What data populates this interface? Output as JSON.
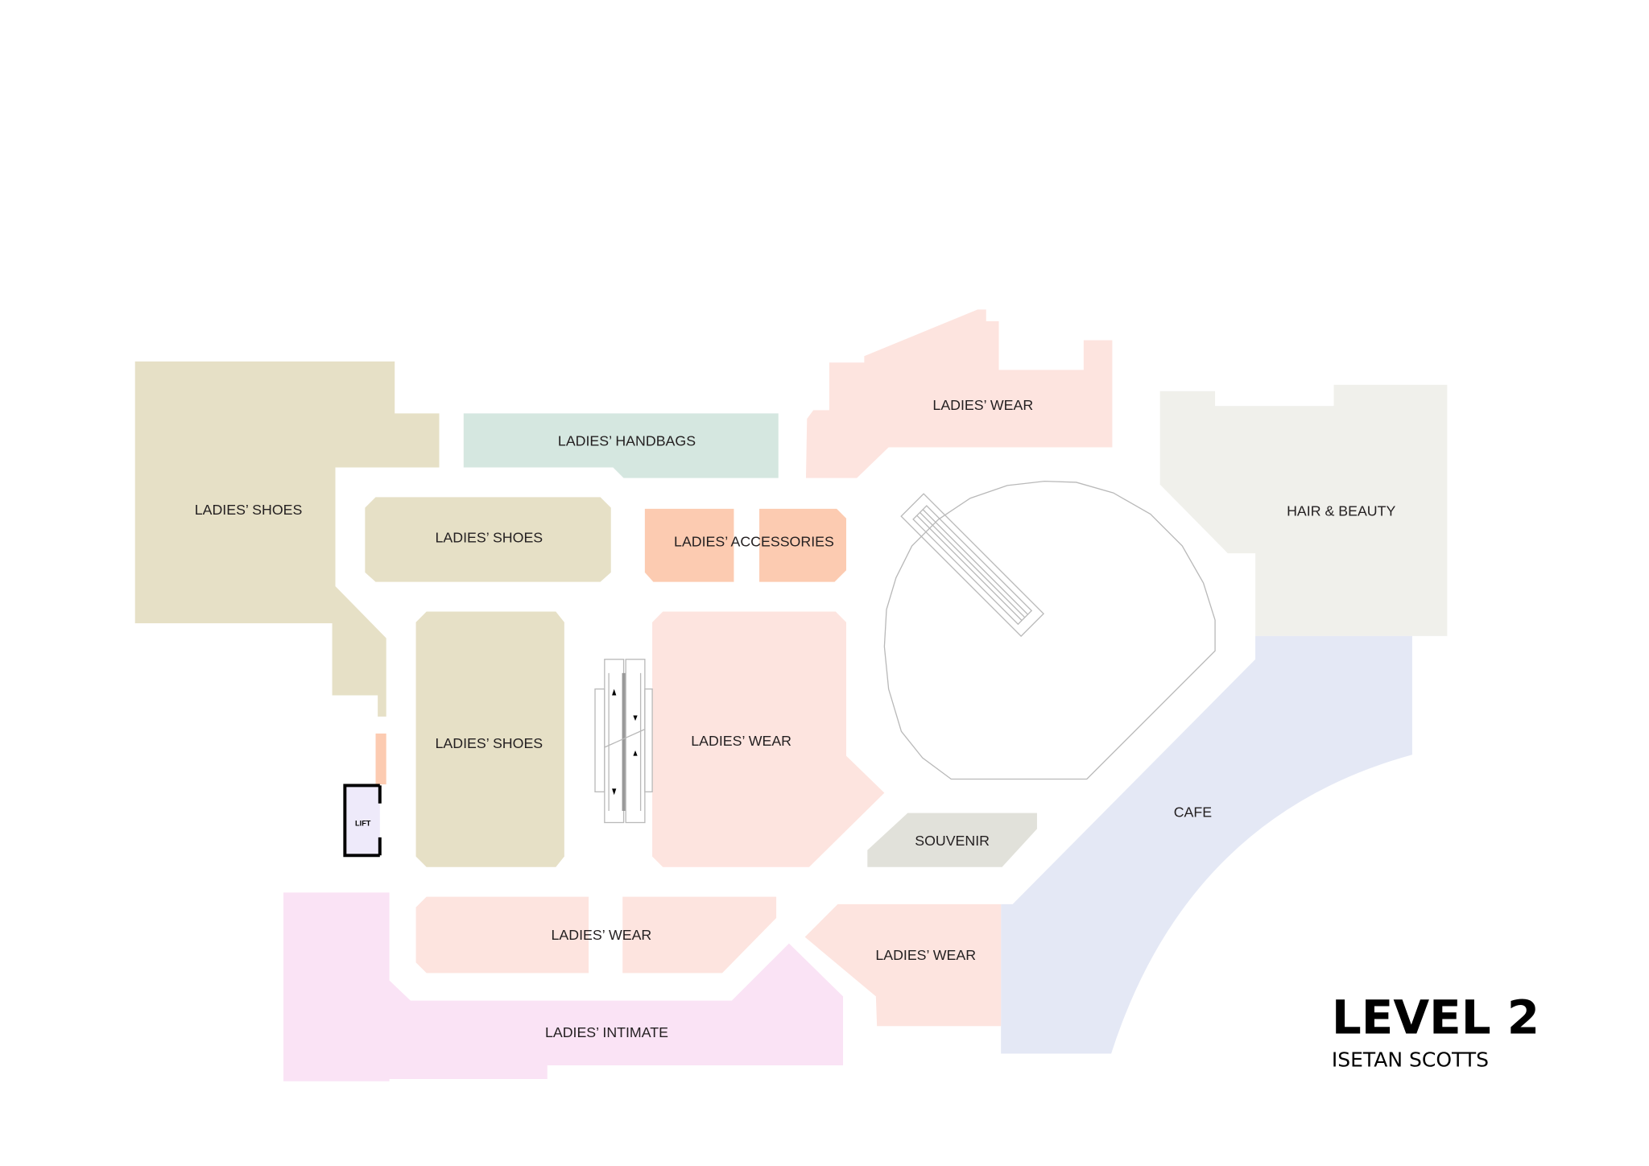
{
  "map": {
    "title": "LEVEL 2",
    "subtitle": "ISETAN SCOTTS",
    "colors": {
      "shoes": "#e6e0c6",
      "handbags": "#d5e7e0",
      "wear": "#fde4df",
      "accessories": "#fccbb1",
      "hair_beauty": "#f0f0eb",
      "cafe": "#e4e8f5",
      "intimate": "#fae3f5",
      "souvenir": "#e1e1da",
      "lift": "#eeeafa"
    },
    "zones": {
      "shoes_left": "LADIES’ SHOES",
      "handbags": "LADIES’ HANDBAGS",
      "shoes_middle": "LADIES’ SHOES",
      "accessories": "LADIES’ ACCESSORIES",
      "wear_top": "LADIES’ WEAR",
      "hair_beauty": "HAIR & BEAUTY",
      "shoes_tall": "LADIES’ SHOES",
      "wear_center": "LADIES’ WEAR",
      "souvenir": "SOUVENIR",
      "cafe": "CAFE",
      "wear_bottom_left": "LADIES’ WEAR",
      "wear_bottom_right": "LADIES’ WEAR",
      "intimate": "LADIES’ INTIMATE",
      "lift": "LIFT"
    }
  }
}
